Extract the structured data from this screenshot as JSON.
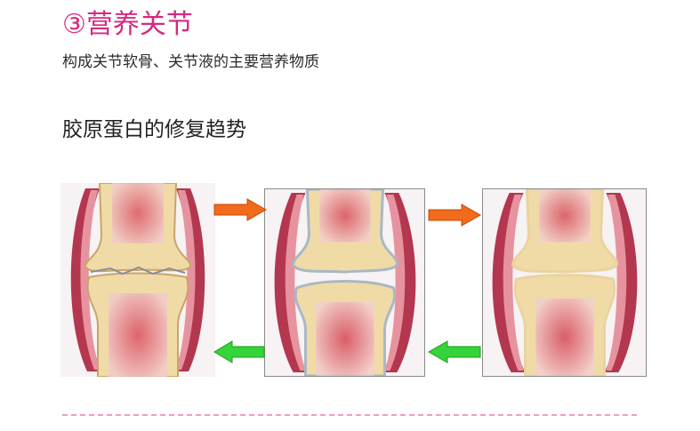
{
  "title": "③营养关节",
  "subtitle": "构成关节软骨、关节液的主要营养物质",
  "heading": "胶原蛋白的修复趋势",
  "colors": {
    "title": "#d6287f",
    "forward_arrow": "#f26a1b",
    "back_arrow": "#35d43a",
    "divider": "#ee9cc6"
  },
  "panels": [
    {
      "stage": "damaged",
      "icon": "joint-damaged-icon"
    },
    {
      "stage": "repairing",
      "icon": "joint-repairing-icon"
    },
    {
      "stage": "repaired",
      "icon": "joint-repaired-icon"
    }
  ],
  "arrows": [
    {
      "direction": "right",
      "color": "orange"
    },
    {
      "direction": "right",
      "color": "orange"
    },
    {
      "direction": "left",
      "color": "green"
    },
    {
      "direction": "left",
      "color": "green"
    }
  ]
}
